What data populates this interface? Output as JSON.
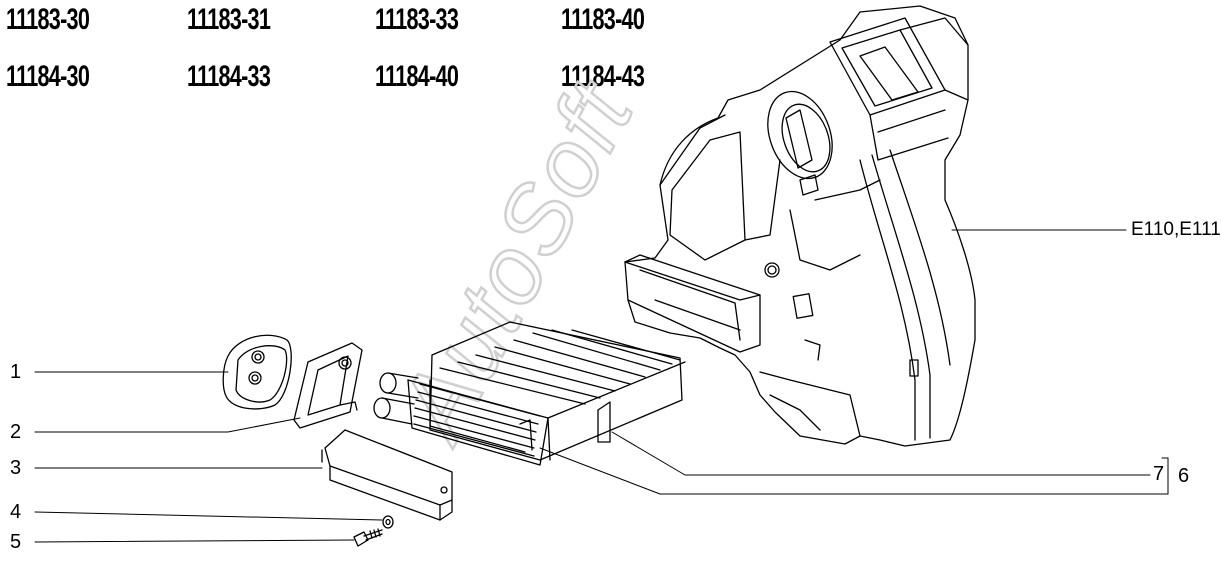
{
  "models": {
    "row1": [
      "11183-30",
      "11183-31",
      "11183-33",
      "11183-40"
    ],
    "row2": [
      "11184-30",
      "11184-33",
      "11184-40",
      "11184-43"
    ]
  },
  "callouts": [
    "1",
    "2",
    "3",
    "4",
    "5"
  ],
  "assembly_ref": "E110,E111",
  "bracket": {
    "inner": "7",
    "group": "6"
  },
  "watermark": "AutoSoft",
  "colors": {
    "line": "#000000",
    "background": "#ffffff",
    "watermark": "#d9d9d9"
  }
}
